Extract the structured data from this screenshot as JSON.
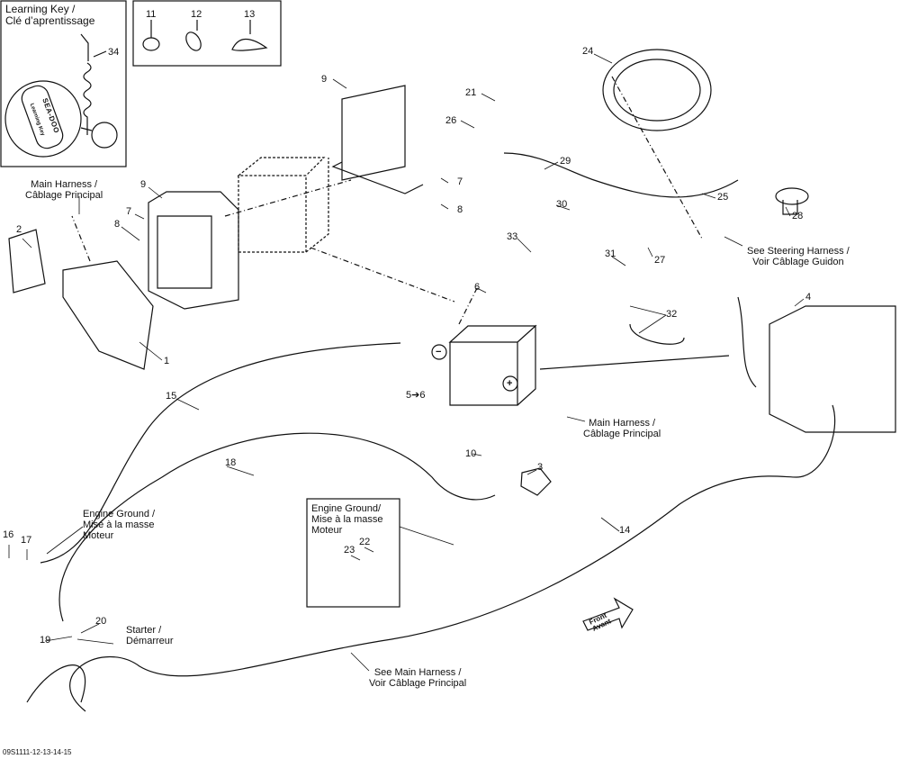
{
  "diagram": {
    "insets": {
      "learning_key": "Learning Key /\nClé d’aprentissage",
      "clamps": [
        "11",
        "12",
        "13"
      ],
      "learning_key_brand": "SEA-DOO",
      "learning_key_text": "Learning Key",
      "engine_ground_inset": "Engine Ground/\nMise à la masse\nMoteur"
    },
    "callouts": [
      "34",
      "24",
      "9",
      "9",
      "21",
      "26",
      "29",
      "7",
      "8",
      "7",
      "8",
      "30",
      "25",
      "28",
      "2",
      "33",
      "31",
      "27",
      "6",
      "4",
      "32",
      "1",
      "15",
      "5➔6",
      "10",
      "3",
      "18",
      "14",
      "22",
      "23",
      "16",
      "17",
      "20",
      "19"
    ],
    "notes": {
      "main_harness_top": "Main Harness /\nCâblage Principal",
      "steering_harness": "See Steering Harness /\nVoir Câblage Guidon",
      "main_harness_right": "Main Harness /\nCâblage Principal",
      "engine_ground_left": "Engine Ground /\nMise à la masse\nMoteur",
      "starter": "Starter /\nDémarreur",
      "see_main_harness": "See Main Harness /\nVoir Câblage Principal",
      "front": "Front\nAvant"
    },
    "battery_symbols": {
      "negative": "−",
      "positive": "+"
    },
    "drawing_code": "09S1111-12-13-14-15",
    "line_color": "#111111"
  }
}
